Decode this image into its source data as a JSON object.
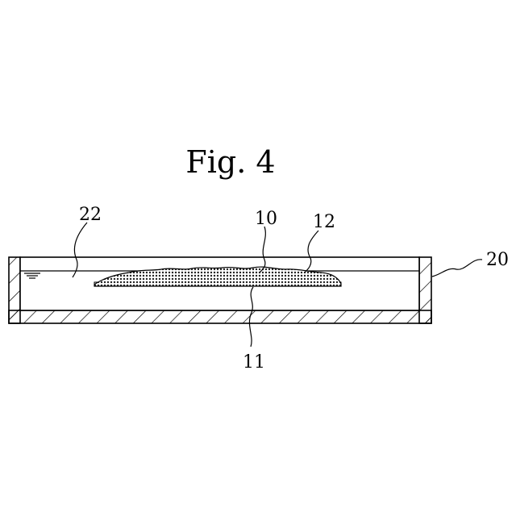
{
  "figure": {
    "title": "Fig. 4",
    "labels": {
      "water": "22",
      "sheet": "10",
      "coating": "12",
      "container": "20",
      "substrate": "11"
    }
  }
}
